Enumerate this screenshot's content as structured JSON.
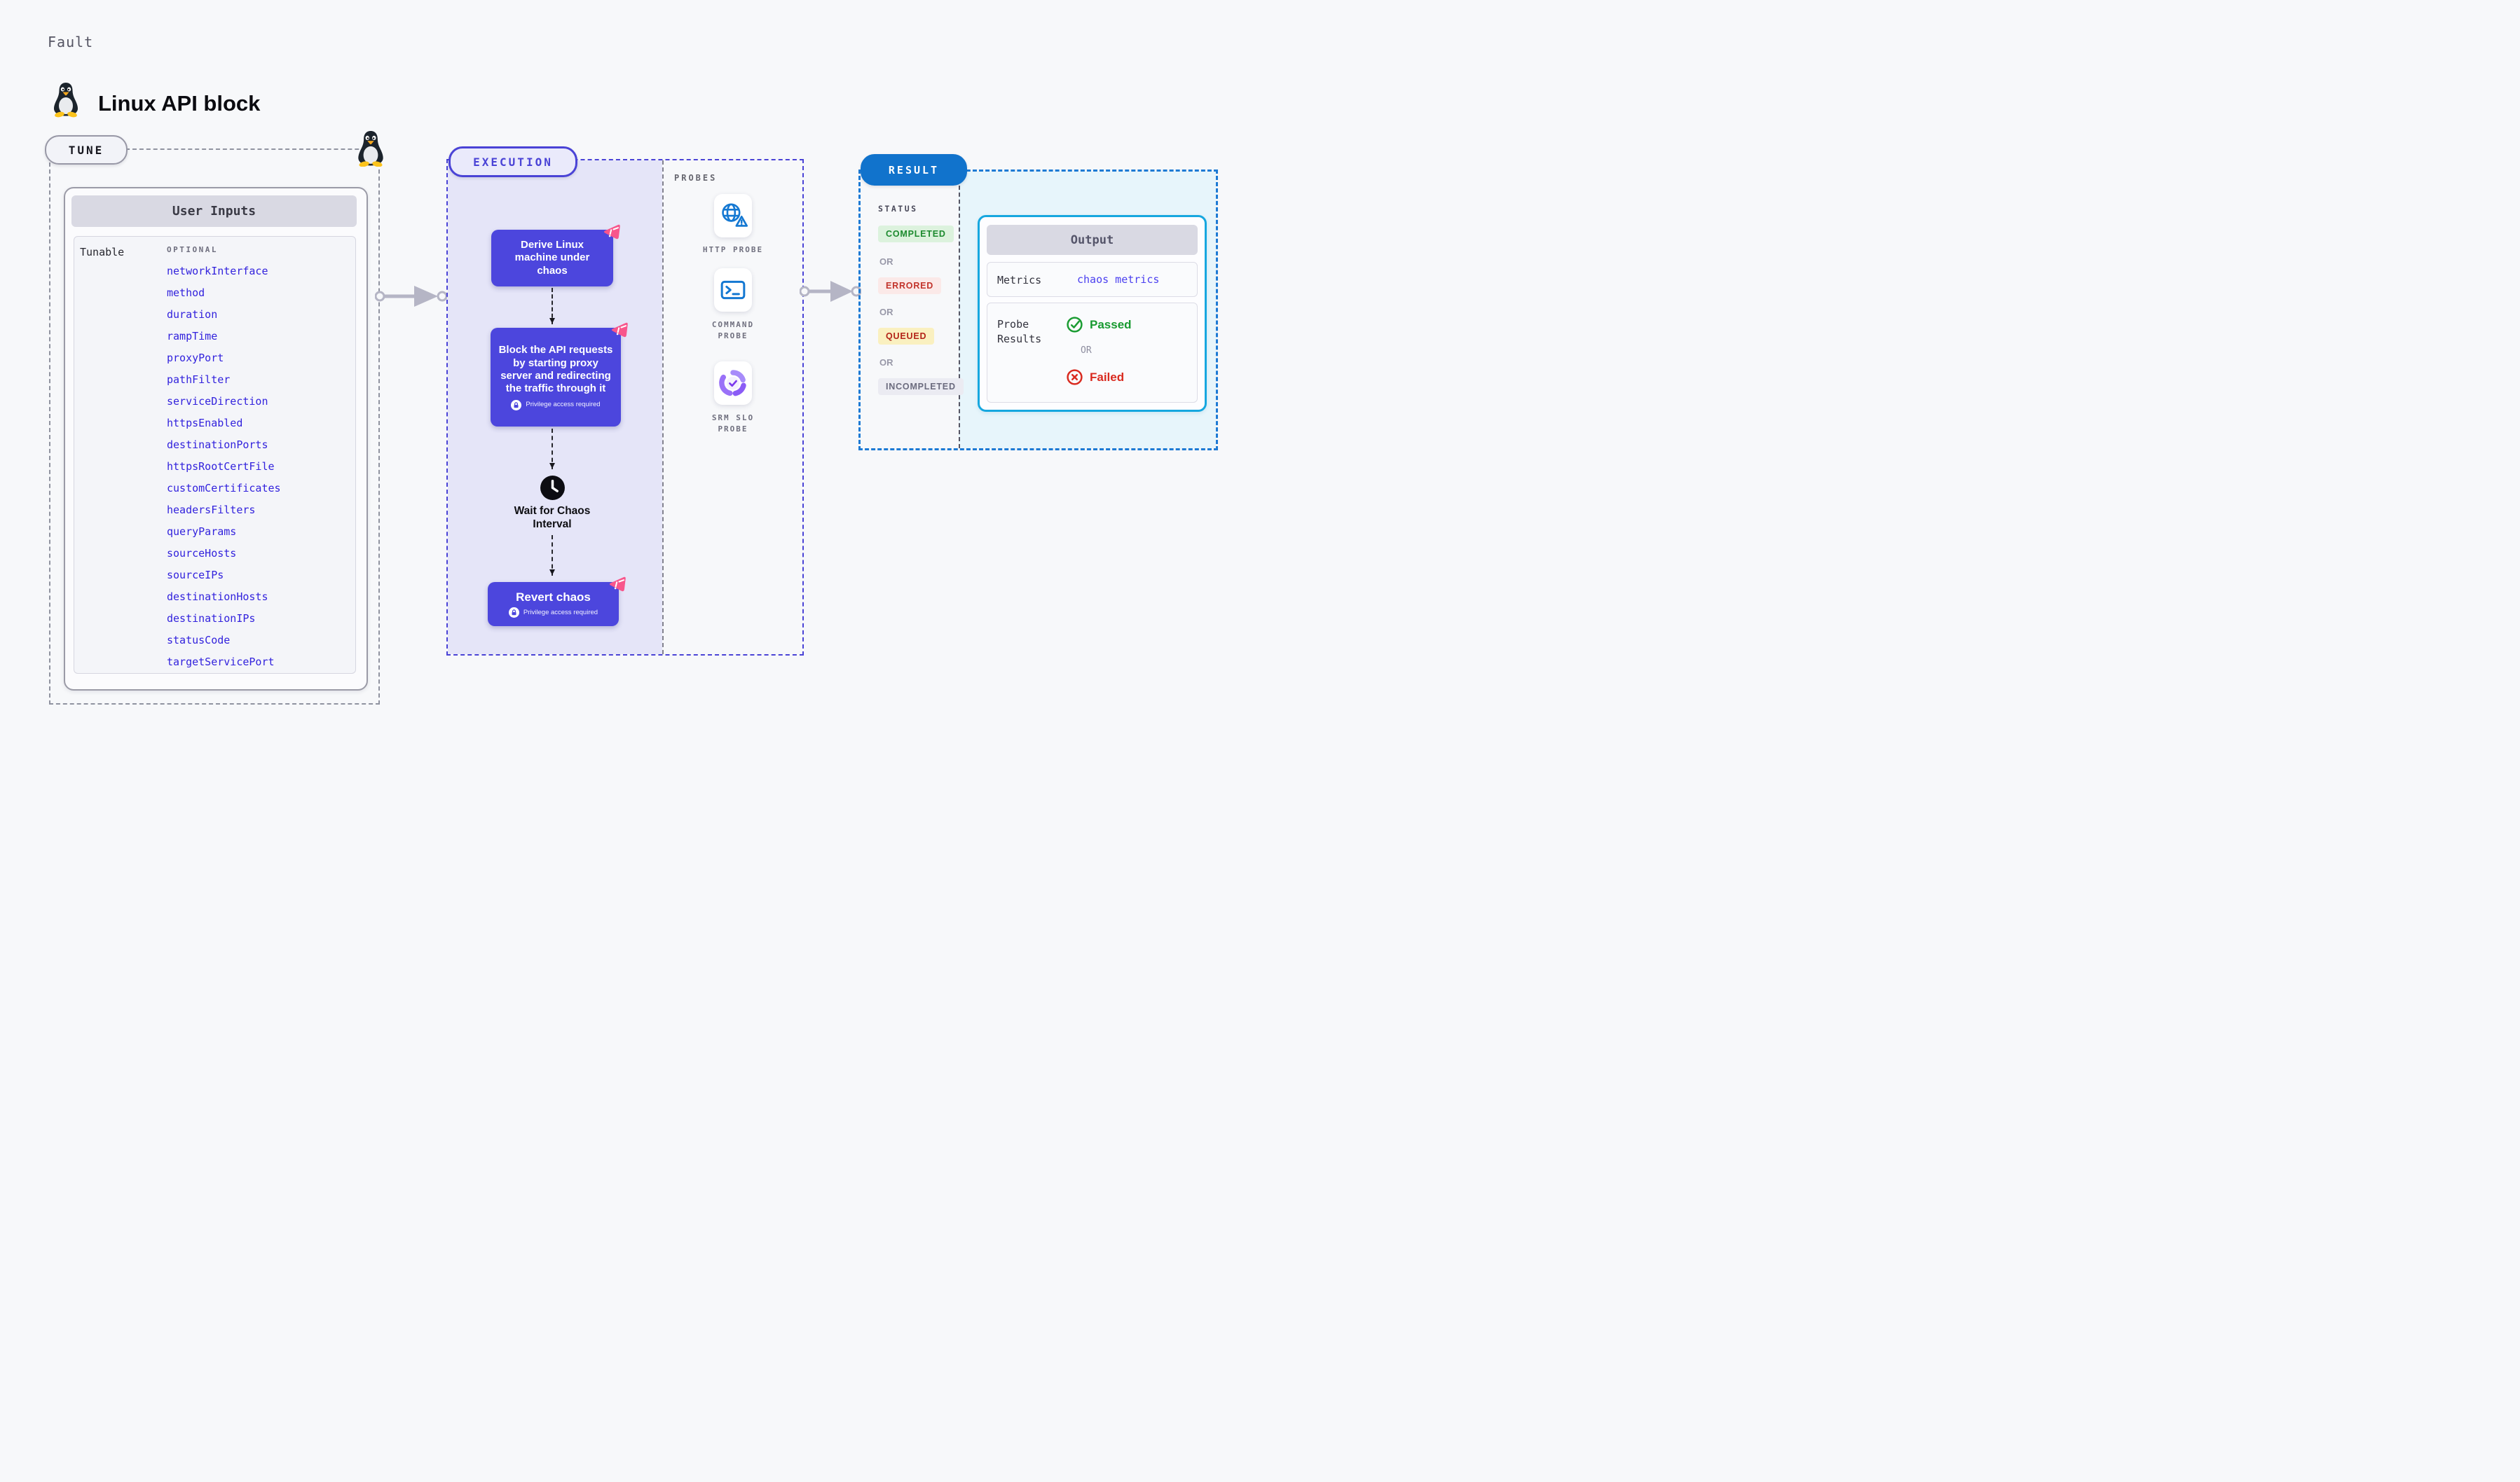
{
  "header": {
    "kicker": "Fault",
    "title": "Linux API block"
  },
  "tune": {
    "badge": "TUNE",
    "panel_title": "User Inputs",
    "row_label": "Tunable",
    "optional_label": "OPTIONAL",
    "params": [
      "networkInterface",
      "method",
      "duration",
      "rampTime",
      "proxyPort",
      "pathFilter",
      "serviceDirection",
      "httpsEnabled",
      "destinationPorts",
      "httpsRootCertFile",
      "customCertificates",
      "headersFilters",
      "queryParams",
      "sourceHosts",
      "sourceIPs",
      "destinationHosts",
      "destinationIPs",
      "statusCode",
      "targetServicePort"
    ]
  },
  "execution": {
    "badge": "EXECUTION",
    "privilege_note": "Privilege access required",
    "steps": {
      "derive": "Derive Linux machine under chaos",
      "block": "Block the API requests by starting proxy server and redirecting the traffic through it",
      "wait": "Wait for Chaos Interval",
      "revert": "Revert chaos"
    }
  },
  "probes": {
    "label": "PROBES",
    "items": [
      {
        "label": "HTTP PROBE",
        "icon": "http-probe-icon"
      },
      {
        "label": "COMMAND PROBE",
        "icon": "command-probe-icon"
      },
      {
        "label": "SRM SLO PROBE",
        "icon": "srm-slo-probe-icon"
      }
    ]
  },
  "result": {
    "badge": "RESULT",
    "status_label": "STATUS",
    "or_label": "OR",
    "statuses": [
      {
        "label": "COMPLETED",
        "style": "background:#dcf2dd;color:#1c8a2e"
      },
      {
        "label": "ERRORED",
        "style": "background:#fbe9e8;color:#c2332b"
      },
      {
        "label": "QUEUED",
        "style": "background:#faf0c0;color:#b32318"
      },
      {
        "label": "INCOMPLETED",
        "style": "background:#ebebf2;color:#6b6b7e"
      }
    ],
    "output": {
      "title": "Output",
      "metrics_label": "Metrics",
      "metrics_value": "chaos metrics",
      "probe_results_label": "Probe Results",
      "passed_label": "Passed",
      "failed_label": "Failed",
      "or_label": "OR"
    }
  },
  "colors": {
    "accent_indigo": "#4c46dd",
    "accent_pink": "#f8568c",
    "accent_blue": "#1173cc",
    "accent_cyan": "#16a7df",
    "param_blue": "#3222dd",
    "arrow_gray": "#b5b5c5"
  }
}
